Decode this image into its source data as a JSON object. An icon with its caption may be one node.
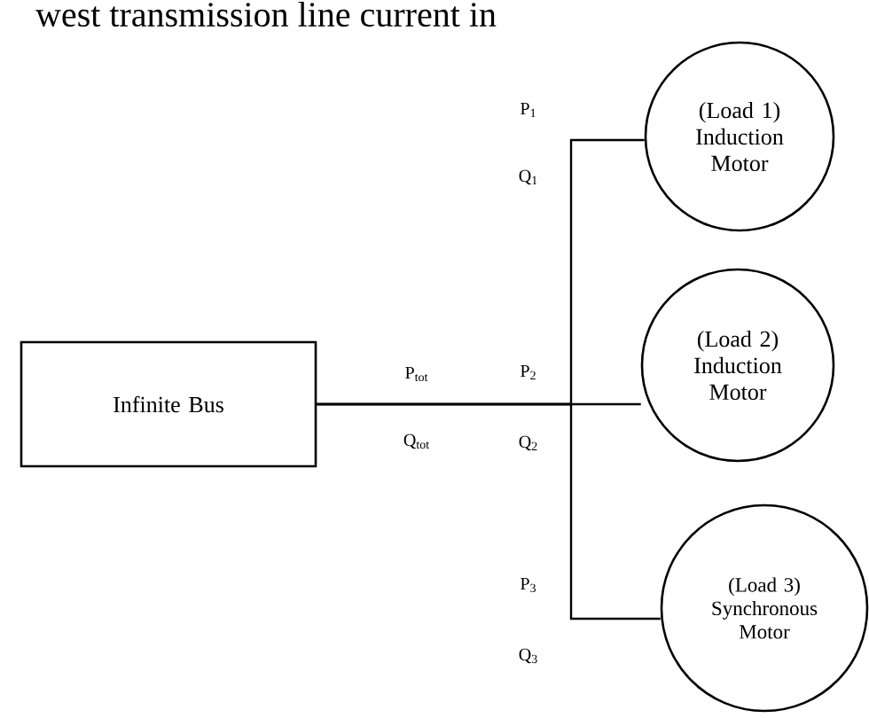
{
  "diagram": {
    "nodes": [
      {
        "text": [
          "Infinite Bus"
        ]
      },
      {
        "text": [
          "(Load 1) Induction Motor"
        ]
      },
      {
        "text": [
          "(Load 2) Induction Motor"
        ]
      },
      {
        "text": [
          "(Load 3) Synchronous Motor"
        ]
      }
    ],
    "edges": [
      {
        "from": 0,
        "to": 1,
        "arrow": "none"
      },
      {
        "from": 0,
        "to": 2,
        "arrow": "none"
      },
      {
        "from": 0,
        "to": 3,
        "arrow": "none"
      }
    ],
    "labels": [
      "west transmission line current in",
      "P$_{tot}$",
      "Q$_{tot}$",
      "P$_{1}$",
      "Q$_{1}$",
      "P$_{2}$",
      "Q$_{2}$",
      "P$_{3}$",
      "Q$_{3}$"
    ]
  }
}
